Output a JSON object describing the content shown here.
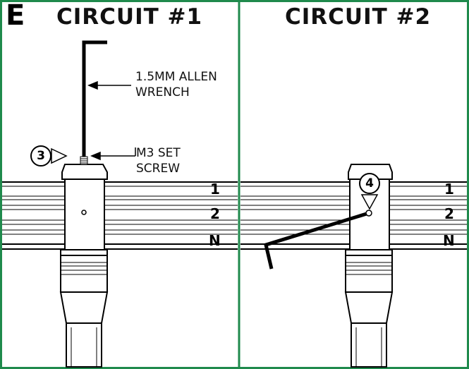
{
  "figure": {
    "step_letter": "E",
    "colors": {
      "frame": "#1f8a4c",
      "ink": "#000000",
      "rail_fill": "#ffffff"
    }
  },
  "panels": [
    {
      "title": "CIRCUIT #1",
      "step_number": "3",
      "callouts": {
        "wrench": [
          "1.5MM ALLEN",
          "WRENCH"
        ],
        "set_screw": [
          "M3 SET",
          "SCREW"
        ]
      },
      "rail_labels": [
        "1",
        "2",
        "N"
      ]
    },
    {
      "title": "CIRCUIT #2",
      "step_number": "4",
      "rail_labels": [
        "1",
        "2",
        "N"
      ]
    }
  ]
}
